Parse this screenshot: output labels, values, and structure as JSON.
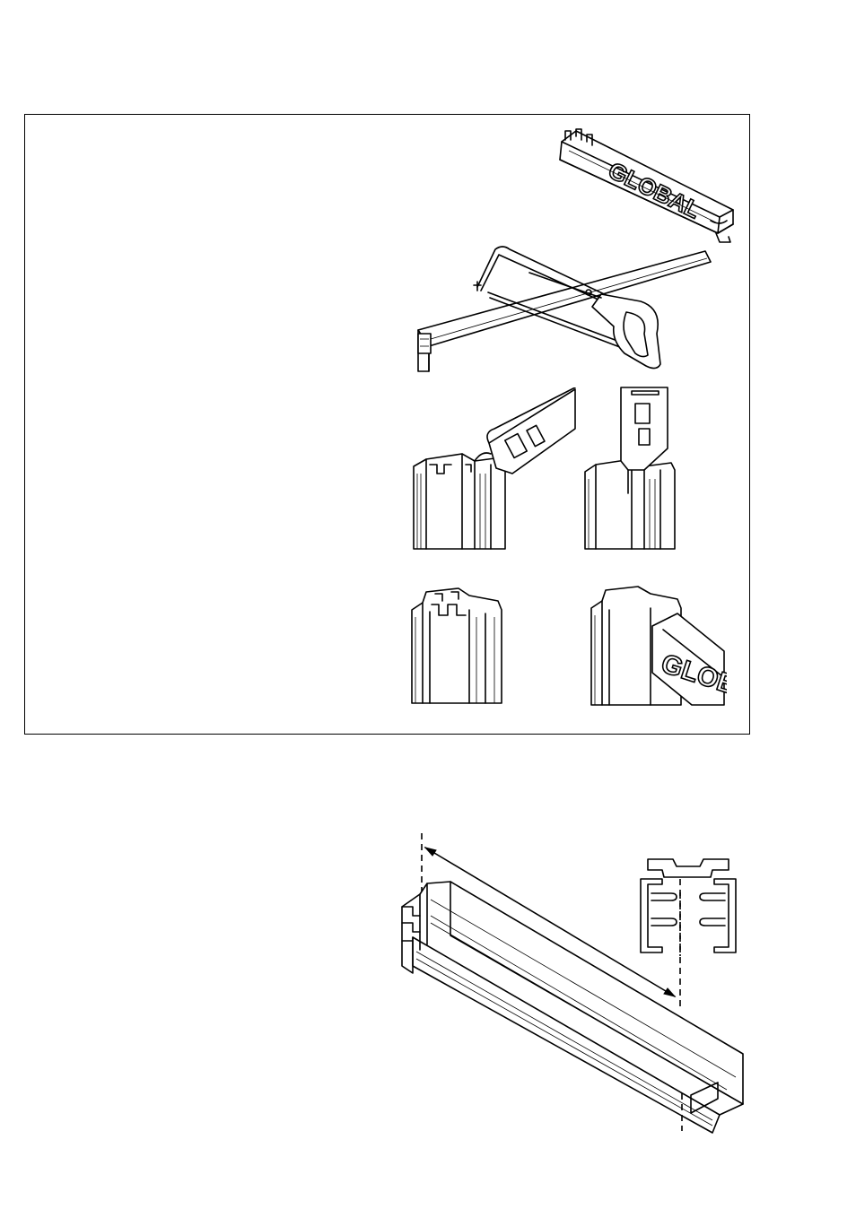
{
  "page": {
    "width": 954,
    "height": 1348
  },
  "instructions_panel": {
    "figures": [
      {
        "name": "track-connector-tool",
        "icon": "connector-tool-illustration",
        "logo_text": "GLOBAL"
      },
      {
        "name": "hacksaw-cutting-track",
        "icon": "hacksaw-illustration"
      },
      {
        "name": "connector-insertion-step-1",
        "icon": "track-end-connector-illustration"
      },
      {
        "name": "connector-insertion-step-2",
        "icon": "track-end-connector-illustration"
      },
      {
        "name": "track-end-open",
        "icon": "track-profile-end-illustration"
      },
      {
        "name": "track-end-with-connector",
        "icon": "track-end-connector-illustration",
        "logo_text": "GLOB"
      }
    ]
  },
  "track_section": {
    "figures": [
      {
        "name": "track-length-dimension",
        "icon": "track-length-illustration"
      },
      {
        "name": "track-cross-section",
        "icon": "cross-section-illustration"
      }
    ]
  }
}
